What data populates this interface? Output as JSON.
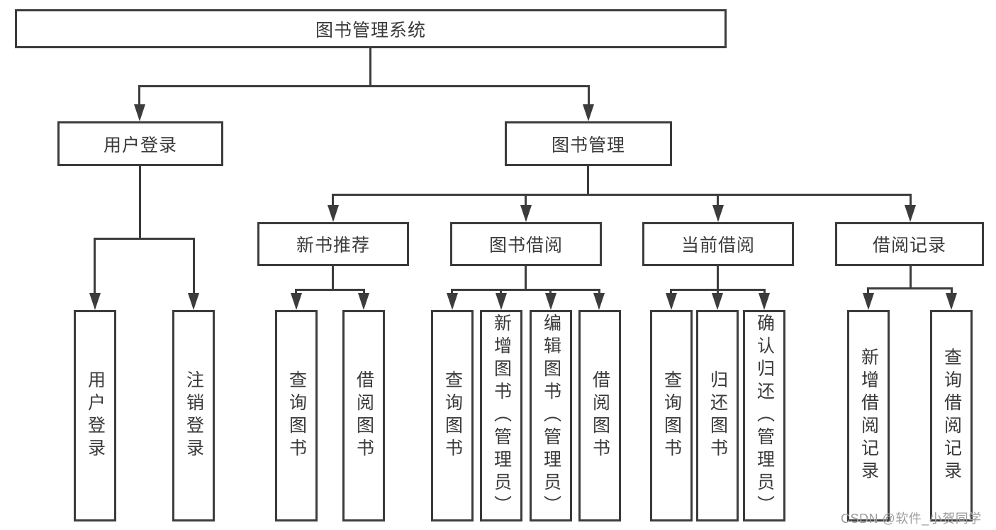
{
  "diagram_title": "图书管理系统",
  "colors": {
    "line": "#3c3c3c",
    "text": "#3a3a3a",
    "background": "#ffffff",
    "watermark_text": "#9c9c9c"
  },
  "nodes": {
    "root": {
      "label": "图书管理系统"
    },
    "level2": [
      {
        "label": "用户登录"
      },
      {
        "label": "图书管理"
      }
    ],
    "level3": [
      {
        "label": "新书推荐",
        "parent": "图书管理"
      },
      {
        "label": "图书借阅",
        "parent": "图书管理"
      },
      {
        "label": "当前借阅",
        "parent": "图书管理"
      },
      {
        "label": "借阅记录",
        "parent": "图书管理"
      }
    ],
    "leaves": [
      {
        "label": "用户登录",
        "parent": "用户登录"
      },
      {
        "label": "注销登录",
        "parent": "用户登录"
      },
      {
        "label": "查询图书",
        "parent": "新书推荐"
      },
      {
        "label": "借阅图书",
        "parent": "新书推荐"
      },
      {
        "label": "查询图书",
        "parent": "图书借阅"
      },
      {
        "label": "新增图书（管理员）",
        "parent": "图书借阅"
      },
      {
        "label": "编辑图书（管理员）",
        "parent": "图书借阅"
      },
      {
        "label": "借阅图书",
        "parent": "图书借阅"
      },
      {
        "label": "查询图书",
        "parent": "当前借阅"
      },
      {
        "label": "归还图书",
        "parent": "当前借阅"
      },
      {
        "label": "确认归还（管理员）",
        "parent": "当前借阅"
      },
      {
        "label": "新增借阅记录",
        "parent": "借阅记录"
      },
      {
        "label": "查询借阅记录",
        "parent": "借阅记录"
      }
    ]
  },
  "watermark": {
    "text": "CSDN @软件_小贺同学"
  }
}
